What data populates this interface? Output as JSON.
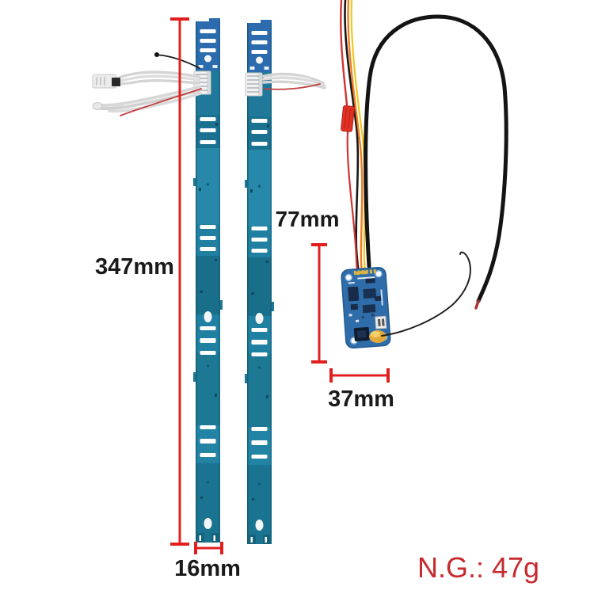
{
  "annotations": {
    "strip_length": "347mm",
    "board_height": "77mm",
    "board_width": "37mm",
    "strip_width": "16mm",
    "net_weight": "N.G.: 47g"
  },
  "colors": {
    "background": "#ffffff",
    "dimension_line_red": "#e21f1f",
    "weight_text_red": "#c62a2e",
    "dimension_text_black": "#1a1a1a",
    "strip_teal": "#1d7795",
    "strip_top_blue": "#2c6cae",
    "strip_panel_light": "#2788a9",
    "controller_board_blue": "#2e6da9",
    "wire_black": "#141414",
    "wire_red": "#d03434",
    "wire_orange": "#ef7d1f",
    "wire_yellow": "#f2c61f",
    "jst_connector_red": "#e23226",
    "glue_blob_amber": "#e2a93c",
    "ribbon_wire_gray": "#d4d4d4"
  }
}
